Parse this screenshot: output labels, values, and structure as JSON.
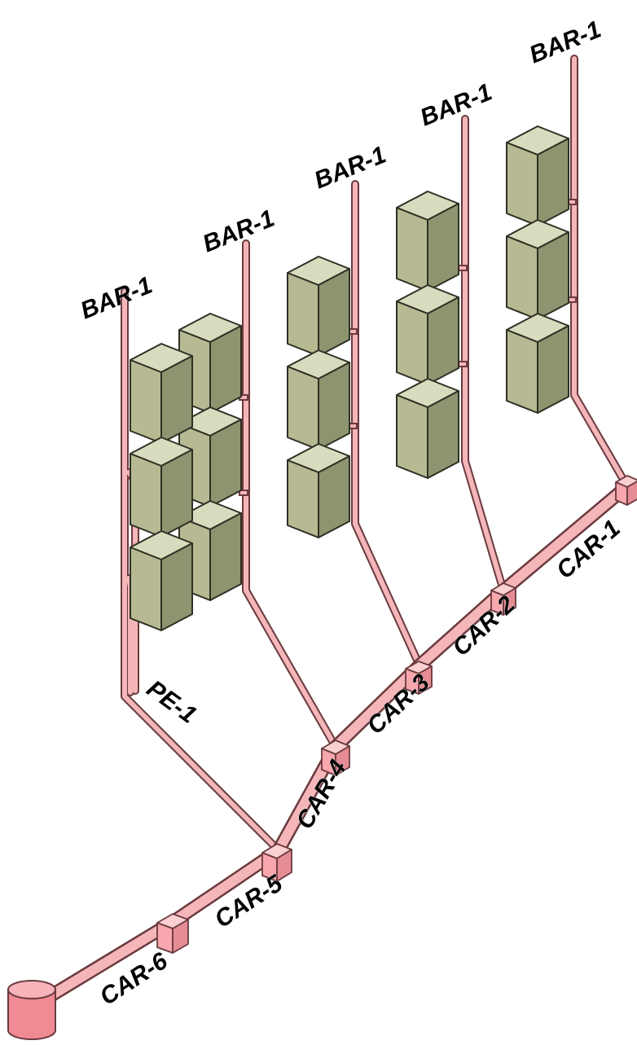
{
  "colors": {
    "pipe": "#f4b6b8",
    "pipe_edge": "#6a3a3e",
    "box_front": "#b6b992",
    "box_side": "#8f9470",
    "box_top": "#d8dbbe",
    "box_edge": "#2f3024",
    "connector": "#f7a7ad",
    "tank": "#f08a93"
  },
  "labels": {
    "bar_1": "BAR-1",
    "bar_2": "BAR-1",
    "bar_3": "BAR-1",
    "bar_4": "BAR-1",
    "bar_5": "BAR-1",
    "pe": "PE-1",
    "car_1": "CAR-1",
    "car_2": "CAR-2",
    "car_3": "CAR-3",
    "car_4": "CAR-4",
    "car_5": "CAR-5",
    "car_6": "CAR-6"
  }
}
